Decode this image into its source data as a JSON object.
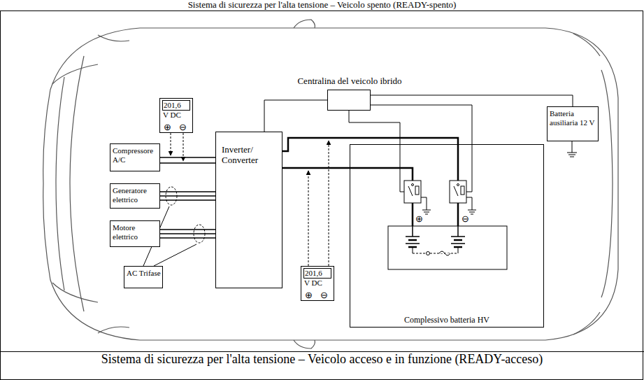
{
  "diagram": {
    "caption": "Sistema di sicurezza per l'alta tensione – Veicolo acceso e in funzione (READY-acceso)",
    "nodes": [
      {
        "text": [
          "Centralina del veicolo ibrido"
        ]
      },
      {
        "text": [
          "201,6",
          "V DC"
        ]
      },
      {
        "text": [
          "Compressore A/C"
        ]
      },
      {
        "text": [
          "Inverter/ Converter"
        ]
      },
      {
        "text": [
          "Generatore elettrico"
        ]
      },
      {
        "text": [
          "Motore elettrico"
        ]
      },
      {
        "text": [
          "201,6",
          "V DC"
        ]
      },
      {
        "text": [
          "Batteria ausiliaria 12 V"
        ]
      },
      {
        "text": [
          "Complessivo batteria HV"
        ]
      },
      {
        "text": [
          "AC Trifase"
        ]
      }
    ],
    "edges": [
      {
        "from": 2,
        "to": 3,
        "arrow": "none"
      },
      {
        "from": 4,
        "to": 3,
        "arrow": "none"
      },
      {
        "from": 5,
        "to": 3,
        "arrow": "none"
      },
      {
        "from": 3,
        "to": 8,
        "arrow": "none"
      },
      {
        "from": 0,
        "to": 3,
        "arrow": "none"
      },
      {
        "from": 0,
        "to": 7,
        "arrow": "none"
      },
      {
        "from": 0,
        "to": 8,
        "arrow": "none"
      }
    ],
    "labels": [
      "Sistema di sicurezza per l'alta tensione – Veicolo spento (READY-spento)",
      "⊕",
      "⊖",
      "⊕",
      "⊖",
      "⊕",
      "⊖"
    ]
  }
}
